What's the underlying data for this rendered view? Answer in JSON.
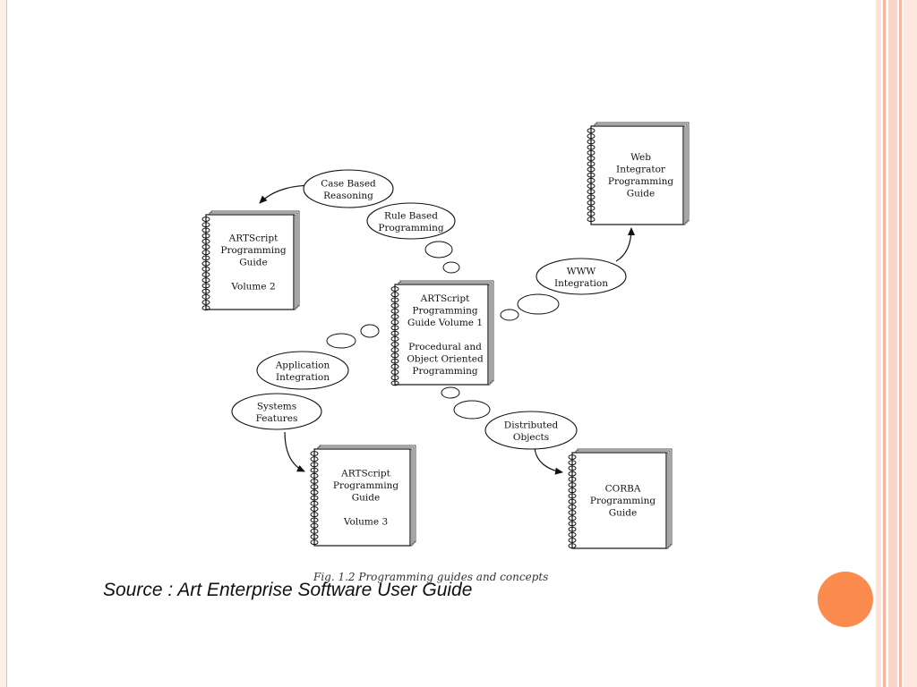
{
  "colors": {
    "accent": "#fb8b4f",
    "frame": "#f4b9a3"
  },
  "books": {
    "vol2": [
      "ARTScript",
      "Programming",
      "Guide",
      "",
      "Volume 2"
    ],
    "vol1": [
      "ARTScript",
      "Programming",
      "Guide Volume 1",
      "",
      "Procedural and",
      "Object Oriented",
      "Programming"
    ],
    "vol3": [
      "ARTScript",
      "Programming",
      "Guide",
      "",
      "Volume 3"
    ],
    "web": [
      "Web",
      "Integrator",
      "Programming",
      "Guide"
    ],
    "corba": [
      "CORBA",
      "Programming",
      "Guide"
    ]
  },
  "bubbles": {
    "case_based": [
      "Case Based",
      "Reasoning"
    ],
    "rule_based": [
      "Rule Based",
      "Programming"
    ],
    "www": [
      "WWW",
      "Integration"
    ],
    "application": [
      "Application",
      "Integration"
    ],
    "systems": [
      "Systems",
      "Features"
    ],
    "distributed": [
      "Distributed",
      "Objects"
    ]
  },
  "caption": "Fig. 1.2  Programming guides and concepts",
  "source": "Source : Art Enterprise Software User Guide"
}
